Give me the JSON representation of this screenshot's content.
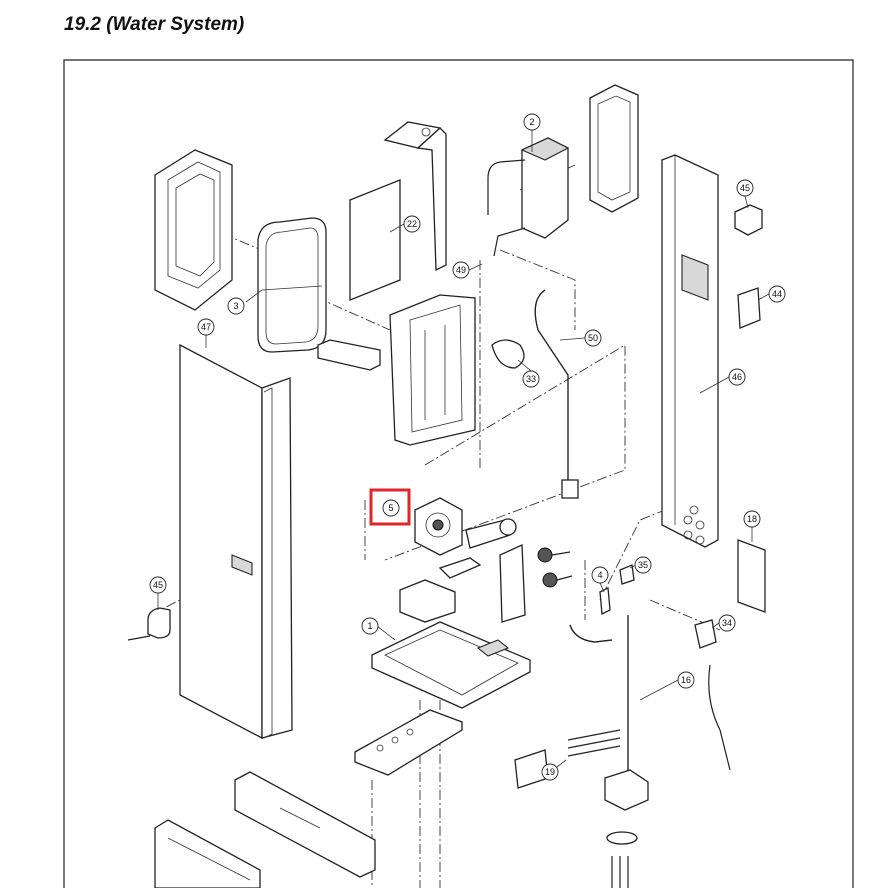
{
  "title": "19.2  (Water System)",
  "callouts": [
    {
      "key": "c2",
      "label": "2"
    },
    {
      "key": "c3",
      "label": "3"
    },
    {
      "key": "c22",
      "label": "22"
    },
    {
      "key": "c45a",
      "label": "45"
    },
    {
      "key": "c49",
      "label": "49"
    },
    {
      "key": "c44",
      "label": "44"
    },
    {
      "key": "c50",
      "label": "50"
    },
    {
      "key": "c33",
      "label": "33"
    },
    {
      "key": "c47",
      "label": "47"
    },
    {
      "key": "c46",
      "label": "46"
    },
    {
      "key": "c5",
      "label": "5"
    },
    {
      "key": "c18",
      "label": "18"
    },
    {
      "key": "c45b",
      "label": "45"
    },
    {
      "key": "c35",
      "label": "35"
    },
    {
      "key": "c4",
      "label": "4"
    },
    {
      "key": "c1",
      "label": "1"
    },
    {
      "key": "c34",
      "label": "34"
    },
    {
      "key": "c16",
      "label": "16"
    },
    {
      "key": "c19",
      "label": "19"
    }
  ],
  "highlight": {
    "part": "5",
    "color": "#e0262c"
  }
}
